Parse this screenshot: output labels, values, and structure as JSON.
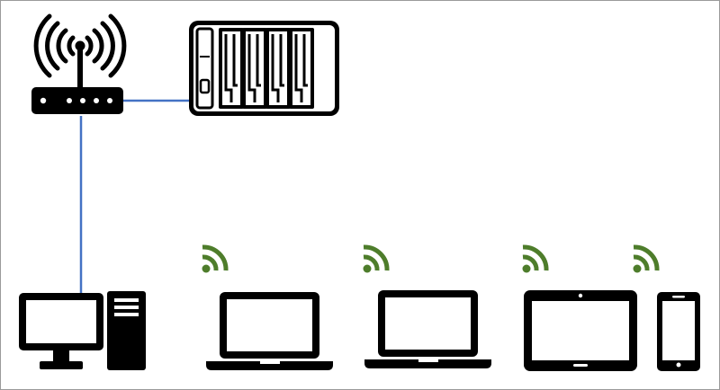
{
  "diagram": {
    "title": "",
    "colors": {
      "device": "#000000",
      "device_screen": "#ffffff",
      "wired_link": "#4472c4",
      "wifi_signal": "#4e7d2b",
      "border": "#9a9a9a"
    },
    "nodes": [
      {
        "id": "router",
        "icon": "wifi-router-icon",
        "label": ""
      },
      {
        "id": "nas",
        "icon": "nas-4-bay-icon",
        "label": ""
      },
      {
        "id": "desktop",
        "icon": "desktop-computer-icon",
        "label": ""
      },
      {
        "id": "laptop-1",
        "icon": "laptop-icon",
        "label": "",
        "wireless": true
      },
      {
        "id": "laptop-2",
        "icon": "laptop-icon",
        "label": "",
        "wireless": true
      },
      {
        "id": "tablet",
        "icon": "tablet-icon",
        "label": "",
        "wireless": true
      },
      {
        "id": "phone",
        "icon": "smartphone-icon",
        "label": "",
        "wireless": true
      }
    ],
    "links": [
      {
        "from": "router",
        "to": "nas",
        "type": "wired"
      },
      {
        "from": "router",
        "to": "desktop",
        "type": "wired"
      }
    ]
  }
}
